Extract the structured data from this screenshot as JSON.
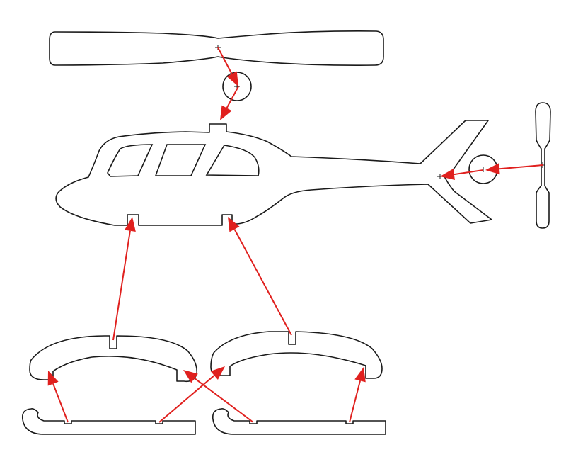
{
  "diagram": {
    "background_color": "#ffffff",
    "outline_color": "#1a1a1a",
    "arrow_color": "#e0201e",
    "parts": [
      "main-rotor-blade",
      "rotor-hub-disc",
      "fuselage",
      "tail-rotor-disc",
      "tail-rotor-blade",
      "left-skid-strut",
      "right-skid-strut",
      "left-skid",
      "right-skid"
    ],
    "arrow_count": 10
  }
}
